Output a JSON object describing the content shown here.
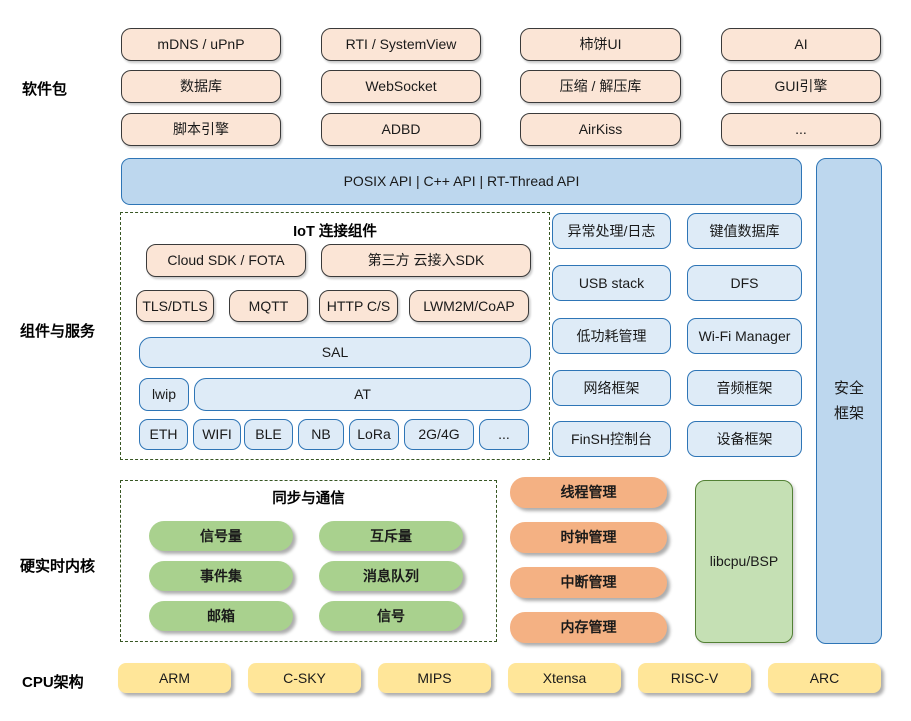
{
  "sections": {
    "software": {
      "label": "软件包",
      "rows": [
        [
          "mDNS / uPnP",
          "RTI / SystemView",
          "柿饼UI",
          "AI"
        ],
        [
          "数据库",
          "WebSocket",
          "压缩 / 解压库",
          "GUI引擎"
        ],
        [
          "脚本引擎",
          "ADBD",
          "AirKiss",
          "..."
        ]
      ]
    },
    "api": {
      "label": "POSIX API | C++ API | RT-Thread API"
    },
    "components": {
      "label": "组件与服务",
      "iot": {
        "title": "IoT 连接组件",
        "cloud_sdk": "Cloud SDK / FOTA",
        "third_party_sdk": "第三方 云接入SDK",
        "protocols": [
          "TLS/DTLS",
          "MQTT",
          "HTTP C/S",
          "LWM2M/CoAP"
        ],
        "sal": "SAL",
        "lwip": "lwip",
        "at": "AT",
        "links": [
          "ETH",
          "WIFI",
          "BLE",
          "NB",
          "LoRa",
          "2G/4G",
          "..."
        ]
      },
      "services": [
        [
          "异常处理/日志",
          "键值数据库"
        ],
        [
          "USB stack",
          "DFS"
        ],
        [
          "低功耗管理",
          "Wi-Fi Manager"
        ],
        [
          "网络框架",
          "音频框架"
        ],
        [
          "FinSH控制台",
          "设备框架"
        ]
      ]
    },
    "security": {
      "label": "安全框架"
    },
    "kernel": {
      "label": "硬实时内核",
      "sync": {
        "title": "同步与通信",
        "items": [
          [
            "信号量",
            "互斥量"
          ],
          [
            "事件集",
            "消息队列"
          ],
          [
            "邮箱",
            "信号"
          ]
        ]
      },
      "management": [
        "线程管理",
        "时钟管理",
        "中断管理",
        "内存管理"
      ],
      "libcpu": "libcpu/BSP"
    },
    "cpu": {
      "label": "CPU架构",
      "archs": [
        "ARM",
        "C-SKY",
        "MIPS",
        "Xtensa",
        "RISC-V",
        "ARC"
      ]
    }
  },
  "colors": {
    "peach": "#FBE5D6",
    "peach_border": "#3A3A3A",
    "light_blue": "#DEEBF7",
    "medium_blue": "#BDD7EE",
    "blue_border": "#2E75B6",
    "green_pill": "#A9D18E",
    "orange_pill": "#F4B183",
    "yellow": "#FFE699",
    "libcpu_green": "#C5E0B4",
    "libcpu_border": "#538135",
    "dash_green": "#375623"
  }
}
